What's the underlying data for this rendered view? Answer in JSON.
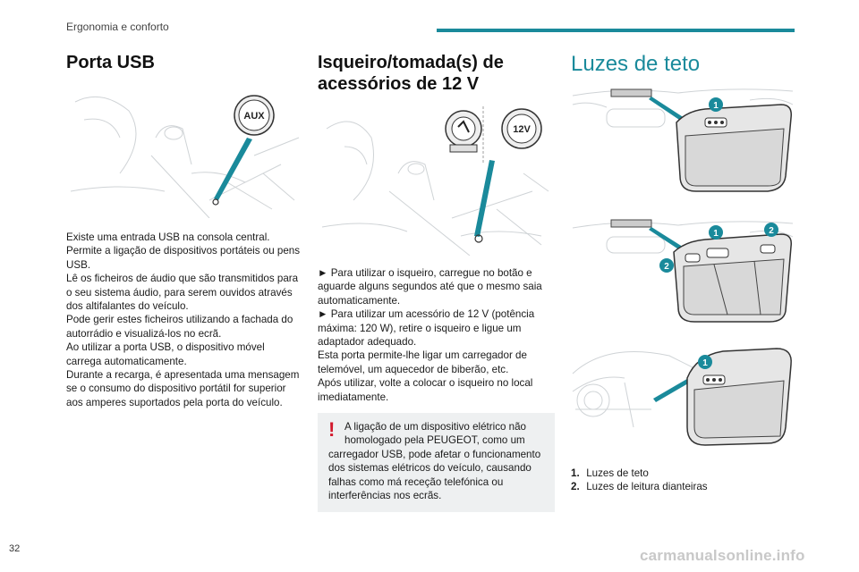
{
  "header": {
    "section_label": "Ergonomia e conforto",
    "accent_color": "#1a8a9b"
  },
  "col1": {
    "title": "Porta USB",
    "figure_label": "AUX",
    "paragraphs": [
      "Existe uma entrada USB na consola central.",
      "Permite a ligação de dispositivos portáteis ou pens USB.",
      "Lê os ficheiros de áudio que são transmitidos para o seu sistema áudio, para serem ouvidos através dos altifalantes do veículo.",
      "Pode gerir estes ficheiros utilizando a fachada do autorrádio e visualizá-los no ecrã.",
      "Ao utilizar a porta USB, o dispositivo móvel carrega automaticamente.",
      "Durante a recarga, é apresentada uma mensagem se o consumo do dispositivo portátil for superior aos amperes suportados pela porta do veículo."
    ]
  },
  "col2": {
    "title": "Isqueiro/tomada(s) de acessórios de 12 V",
    "figure_label": "12V",
    "paragraphs": [
      "► Para utilizar o isqueiro, carregue no botão e aguarde alguns segundos até que o mesmo saia automaticamente.",
      "► Para utilizar um acessório de 12 V (potência máxima: 120 W), retire o isqueiro e ligue um adaptador adequado.",
      "Esta porta permite-lhe ligar um carregador de telemóvel, um aquecedor de biberão, etc.",
      "Após utilizar, volte a colocar o isqueiro no local imediatamente."
    ],
    "warning": {
      "icon": "exclamation-icon",
      "first_line": "A ligação de um dispositivo elétrico não homologado pela PEUGEOT, como um",
      "rest": "carregador USB, pode afetar o funcionamento dos sistemas elétricos do veículo, causando falhas como má receção telefónica ou interferências nos ecrãs.",
      "warning_color": "#d2182c"
    }
  },
  "col3": {
    "title": "Luzes de teto",
    "callouts": [
      "1",
      "2"
    ],
    "legend": [
      {
        "num": "1.",
        "label": "Luzes de teto"
      },
      {
        "num": "2.",
        "label": "Luzes de leitura dianteiras"
      }
    ]
  },
  "footer": {
    "page_number": "32",
    "watermark": "carmanualsonline.info"
  }
}
